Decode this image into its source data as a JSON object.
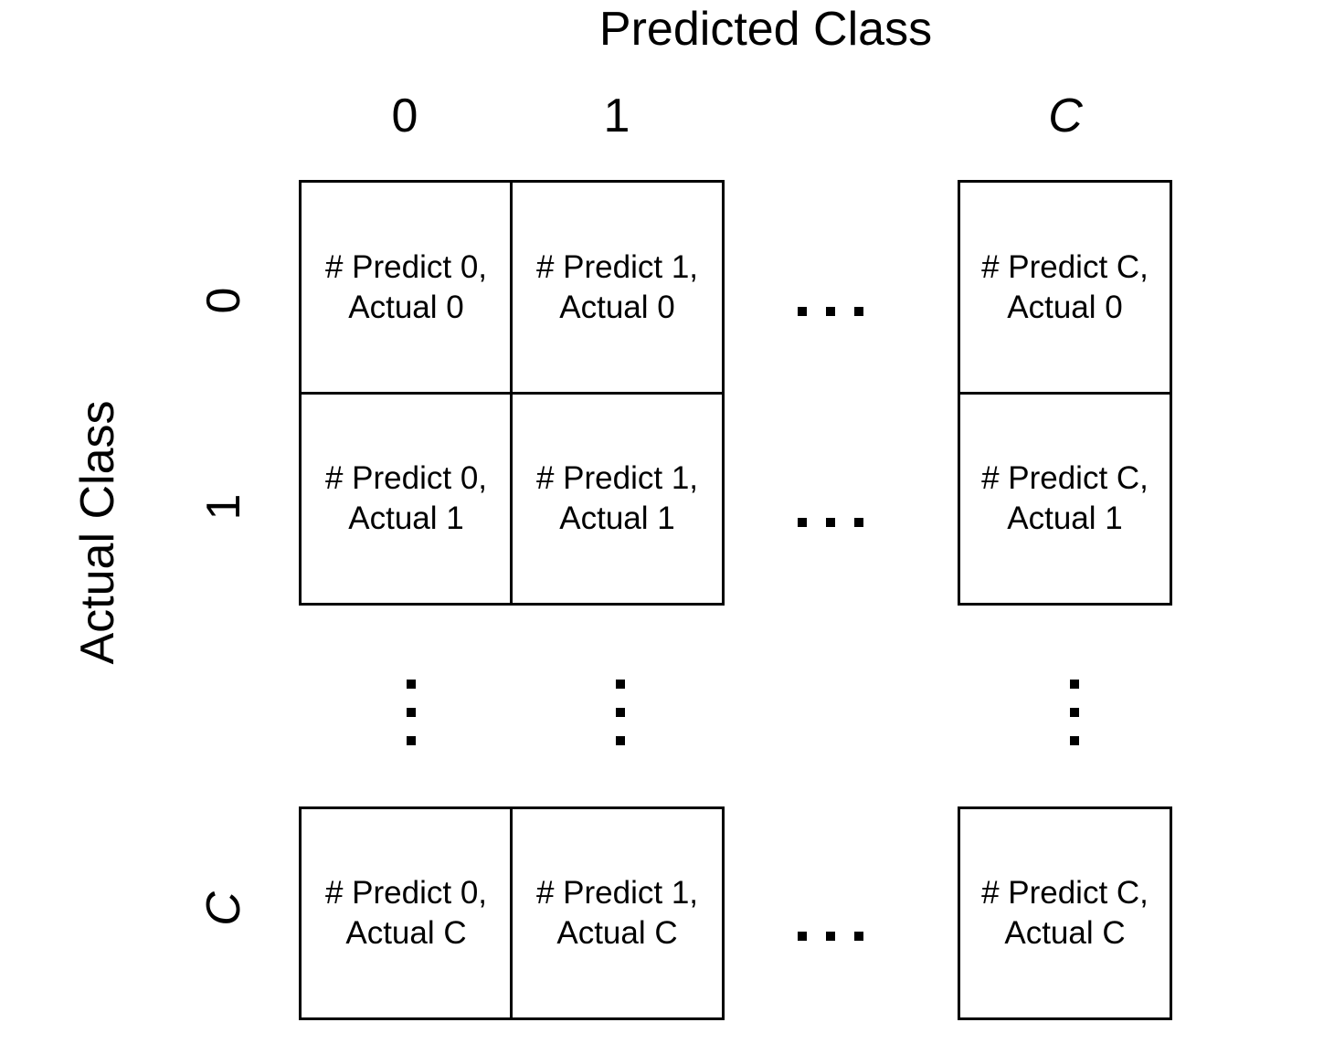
{
  "title": "Predicted Class",
  "y_axis_label": "Actual Class",
  "predicted_classes": [
    "0",
    "1",
    "C"
  ],
  "actual_classes": [
    "0",
    "1",
    "C"
  ],
  "cells": [
    [
      "# Predict 0,|Actual 0",
      "# Predict 1,|Actual 0",
      "# Predict C,|Actual 0"
    ],
    [
      "# Predict 0,|Actual 1",
      "# Predict 1,|Actual 1",
      "# Predict C,|Actual 1"
    ],
    [
      "# Predict 0,|Actual C",
      "# Predict 1,|Actual C",
      "# Predict C,|Actual C"
    ]
  ],
  "cell_lines": {
    "r0": {
      "c0": [
        "# Predict 0,",
        "Actual 0"
      ],
      "c1": [
        "# Predict 1,",
        "Actual 0"
      ],
      "c2": [
        "# Predict C,",
        "Actual 0"
      ]
    },
    "r1": {
      "c0": [
        "# Predict 0,",
        "Actual 1"
      ],
      "c1": [
        "# Predict 1,",
        "Actual 1"
      ],
      "c2": [
        "# Predict C,",
        "Actual 1"
      ]
    },
    "r2": {
      "c0": [
        "# Predict 0,",
        "Actual C"
      ],
      "c1": [
        "# Predict 1,",
        "Actual C"
      ],
      "c2": [
        "# Predict C,",
        "Actual C"
      ]
    }
  },
  "ellipsis_symbol": "..."
}
